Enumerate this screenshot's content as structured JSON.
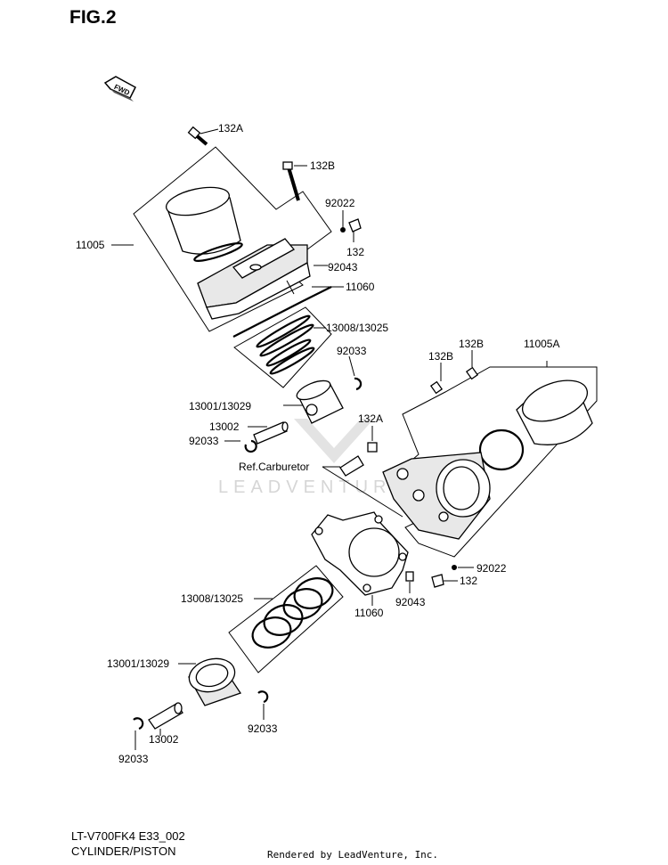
{
  "figure": {
    "title": "FIG.2",
    "fwd_label": "FWD"
  },
  "labels": {
    "l132A_top": "132A",
    "l132B_top": "132B",
    "l11005": "11005",
    "l92022_top": "92022",
    "l132_top": "132",
    "l92043_top": "92043",
    "l11060_top": "11060",
    "l13008_top": "13008/13025",
    "l92033_top": "92033",
    "l13001_top": "13001/13029",
    "l13002_top": "13002",
    "l92033_left": "92033",
    "l132A_mid": "132A",
    "ref_carb": "Ref.Carburetor",
    "l132B_r1": "132B",
    "l132B_r2": "132B",
    "l11005A": "11005A",
    "l92022_bot": "92022",
    "l132_bot": "132",
    "l92043_bot": "92043",
    "l11060_bot": "11060",
    "l13008_bot": "13008/13025",
    "l13001_bot": "13001/13029",
    "l13002_bot": "13002",
    "l92033_bot_l": "92033",
    "l92033_bot_r": "92033"
  },
  "watermark": "LEADVENTURE",
  "footer": {
    "model": "LT-V700FK4 E33_002",
    "section": "CYLINDER/PISTON",
    "rendered": "Rendered by LeadVenture, Inc."
  }
}
